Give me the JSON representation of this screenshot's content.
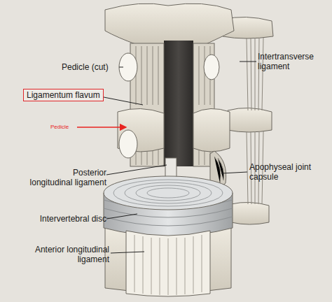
{
  "diagram": {
    "nodes": [
      {
        "text": [
          "Ligamentum flavum"
        ]
      }
    ],
    "labels": [
      "Pedicle (cut)",
      "Intertransverse ligament",
      "Pedicle",
      "Posterior longitudinal ligament",
      "Apophyseal joint capsule",
      "Intervertebral disc",
      "Anterior longitudinal ligament"
    ]
  }
}
